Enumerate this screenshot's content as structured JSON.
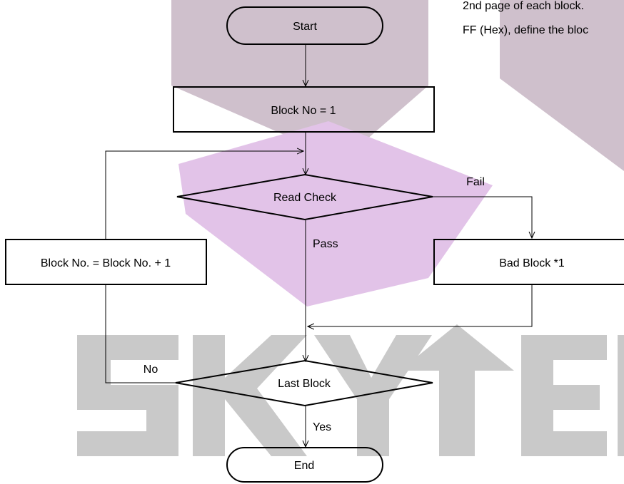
{
  "note": {
    "line1": "2nd page of each block.",
    "line2": "FF (Hex), define the bloc"
  },
  "watermark": {
    "text": "SKYTEC"
  },
  "nodes": {
    "start": "Start",
    "init": "Block No = 1",
    "read_check": "Read Check",
    "increment": "Block No. = Block No. + 1",
    "bad_block": "Bad Block *1",
    "last_block": "Last Block",
    "end": "End"
  },
  "edges": {
    "fail": "Fail",
    "pass": "Pass",
    "no": "No",
    "yes": "Yes"
  },
  "colors": {
    "watermark_mauve": "#cfc0cc",
    "watermark_pink": "#e2c3e8",
    "watermark_gray": "#c9c9c9",
    "line": "#000000"
  }
}
